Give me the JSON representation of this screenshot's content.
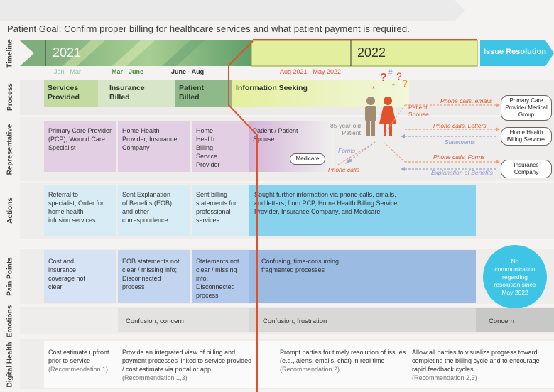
{
  "goal": "Patient Goal: Confirm proper billing for healthcare services and what patient payment is required.",
  "row_labels": {
    "timeline": "Timeline",
    "process": "Process",
    "representative": "Representative",
    "actions": "Actions",
    "pain_points": "Pain Points",
    "emotions": "Emotions",
    "digital_health": "Digital Health"
  },
  "timeline": {
    "year_2021": "2021",
    "year_2022": "2022",
    "issue_resolution": "Issue Resolution",
    "periods": [
      "Jan - Mar",
      "Mar - June",
      "June - Aug",
      "Aug 2021 - May 2022"
    ]
  },
  "process": {
    "services": "Services Provided",
    "insurance": "Insurance Billed",
    "patient": "Patient Billed",
    "info": "Information Seeking"
  },
  "representative": {
    "col1": "Primary Care Provider (PCP), Wound Care Specialist",
    "col2": "Home Health Provider, Insurance Company",
    "col3": "Home Health Billing Service Provider",
    "col4": "Patient / Patient Spouse",
    "patient_label": "85-year-old Patient",
    "spouse_label": "Patient Spouse",
    "medicare": "Medicare",
    "forms": "Forms",
    "phone_calls": "Phone calls",
    "pcp_group": "Primary Care Provider Medical Group",
    "hh_billing": "Home Health Billing Services",
    "insurance_co": "Insurance Company",
    "phone_emails": "Phone calls, emails",
    "phone_letters": "Phone calls, Letters",
    "statements": "Statements",
    "phone_forms": "Phone calls, Forms",
    "eob": "Explanation of Benefits"
  },
  "actions": {
    "col1": "Referral to specialist, Order for home health infusion services",
    "col2": "Sent Explanation of Benefits (EOB) and other correspondence",
    "col3": "Sent billing statements for professional services",
    "col4": "Sought further information via phone calls, emails, and letters, from PCP, Home Health Billing Service Provider, Insurance Company, and Medicare"
  },
  "pain_points": {
    "col1": "Cost and insurance coverage not clear",
    "col2": "EOB statements not clear / missing info; Disconnected process",
    "col3": "Statements not clear / missing info; Disconnected process",
    "col4": "Confusing, time-consuming, fragmented processes",
    "circle": "No communication regarding resolution since May 2022"
  },
  "emotions": {
    "e1": "Confusion, concern",
    "e2": "Confusion, frustration",
    "e3": "Concern"
  },
  "digital": {
    "d1": "Cost estimate upfront prior to service",
    "d1r": "(Recommendation 1)",
    "d2": "Provide an integrated view of billing and payment processes linked to service provided / cost estimate via portal or app",
    "d2r": "(Recommendation 1,3)",
    "d3": "Prompt parties for timely resolution of issues (e.g., alerts, emails, chat) in real time",
    "d3r": "(Recommendation 2)",
    "d4": "Allow all parties to visualize progress toward completing the billing cycle and to encourage rapid feedback cycles",
    "d4r": "(Recommendation 2,3)"
  },
  "colors": {
    "green_dark": "#7fae7c",
    "green_light": "#c3dba0",
    "lime": "#e4ef9e",
    "purple": "#e2cfe4",
    "blue_light": "#d8ecf6",
    "blue": "#88d2ee",
    "pain_blue": "#9bbbe3",
    "red": "#e0522e",
    "teal": "#3ec5e6"
  }
}
